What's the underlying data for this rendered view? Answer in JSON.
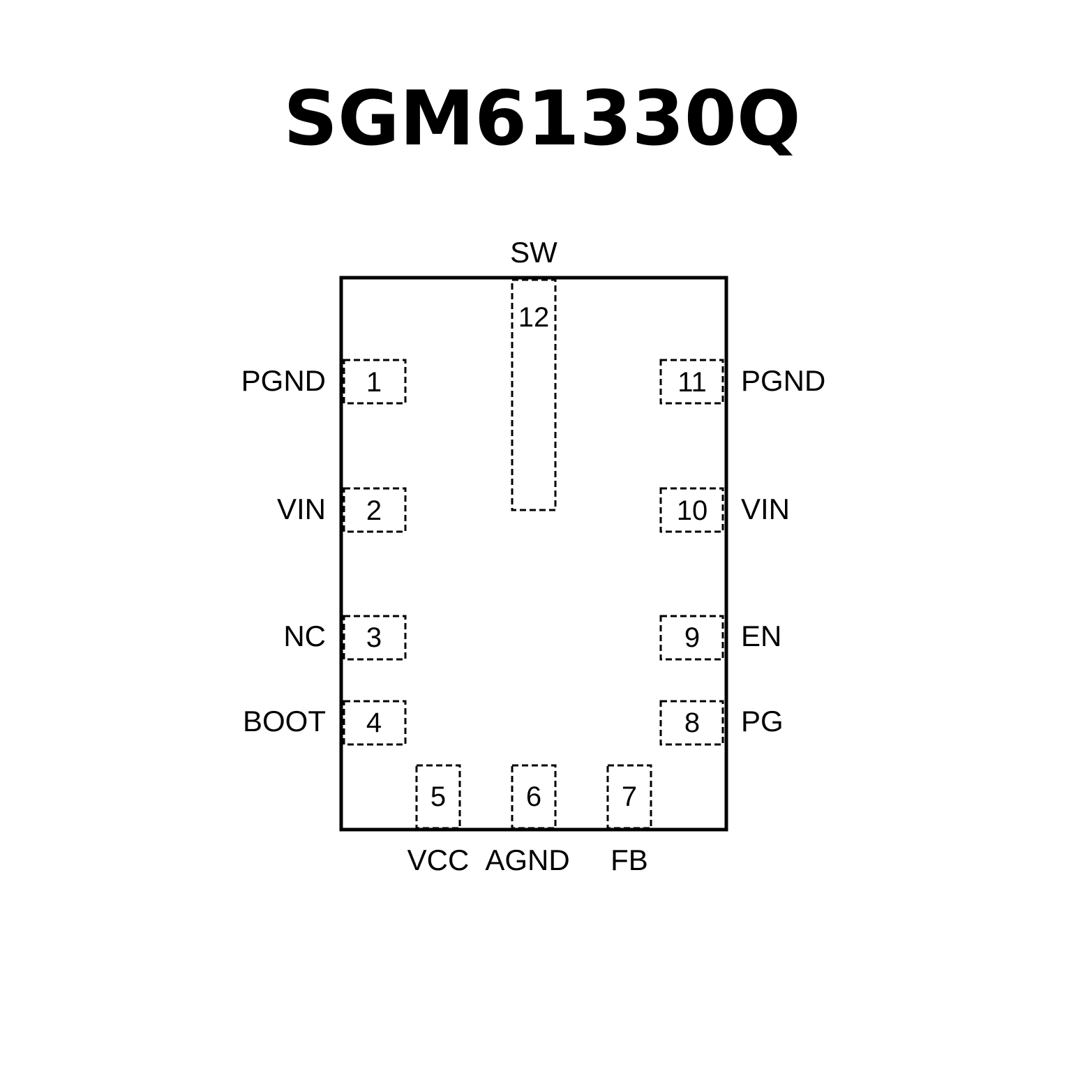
{
  "title": "SGM61330Q",
  "pins": [
    {
      "number": "1",
      "name": "PGND"
    },
    {
      "number": "2",
      "name": "VIN"
    },
    {
      "number": "3",
      "name": "NC"
    },
    {
      "number": "4",
      "name": "BOOT"
    },
    {
      "number": "5",
      "name": "VCC"
    },
    {
      "number": "6",
      "name": "AGND"
    },
    {
      "number": "7",
      "name": "FB"
    },
    {
      "number": "8",
      "name": "PG"
    },
    {
      "number": "9",
      "name": "EN"
    },
    {
      "number": "10",
      "name": "VIN"
    },
    {
      "number": "11",
      "name": "PGND"
    },
    {
      "number": "12",
      "name": "SW"
    }
  ]
}
